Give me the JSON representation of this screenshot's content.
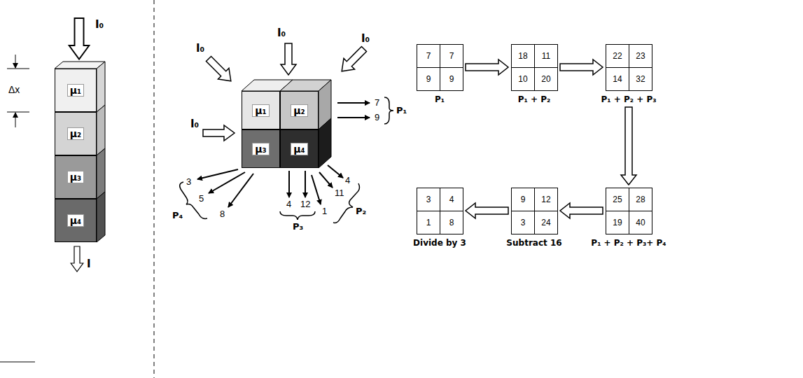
{
  "diagram": {
    "nodes": [
      {
        "text": [
          "μ₁"
        ]
      },
      {
        "text": [
          "μ₂"
        ]
      },
      {
        "text": [
          "μ₃"
        ]
      },
      {
        "text": [
          "μ₄"
        ]
      },
      {
        "text": [
          "μ₁"
        ]
      },
      {
        "text": [
          "μ₂"
        ]
      },
      {
        "text": [
          "μ₃"
        ]
      },
      {
        "text": [
          "μ₄"
        ]
      },
      {
        "text": [
          "P₁"
        ]
      },
      {
        "text": [
          "7"
        ],
        "in": 8
      },
      {
        "text": [
          "7"
        ],
        "in": 8
      },
      {
        "text": [
          "9"
        ],
        "in": 8
      },
      {
        "text": [
          "9"
        ],
        "in": 8
      },
      {
        "text": [
          "P₁ + P₂"
        ]
      },
      {
        "text": [
          "18"
        ],
        "in": 13
      },
      {
        "text": [
          "11"
        ],
        "in": 13
      },
      {
        "text": [
          "10"
        ],
        "in": 13
      },
      {
        "text": [
          "20"
        ],
        "in": 13
      },
      {
        "text": [
          "P₁ + P₂ + P₃"
        ]
      },
      {
        "text": [
          "22"
        ],
        "in": 18
      },
      {
        "text": [
          "23"
        ],
        "in": 18
      },
      {
        "text": [
          "14"
        ],
        "in": 18
      },
      {
        "text": [
          "32"
        ],
        "in": 18
      },
      {
        "text": [
          "Divide by 3"
        ]
      },
      {
        "text": [
          "3"
        ],
        "in": 23
      },
      {
        "text": [
          "4"
        ],
        "in": 23
      },
      {
        "text": [
          "1"
        ],
        "in": 23
      },
      {
        "text": [
          "8"
        ],
        "in": 23
      },
      {
        "text": [
          "Subtract 16"
        ]
      },
      {
        "text": [
          "9"
        ],
        "in": 28
      },
      {
        "text": [
          "12"
        ],
        "in": 28
      },
      {
        "text": [
          "3"
        ],
        "in": 28
      },
      {
        "text": [
          "24"
        ],
        "in": 28
      },
      {
        "text": [
          "P₁ + P₂ + P₃+ P₄"
        ]
      },
      {
        "text": [
          "25"
        ],
        "in": 33
      },
      {
        "text": [
          "28"
        ],
        "in": 33
      },
      {
        "text": [
          "19"
        ],
        "in": 33
      },
      {
        "text": [
          "40"
        ],
        "in": 33
      }
    ],
    "edges": [
      {
        "from": 8,
        "to": 13,
        "arrow": "to"
      },
      {
        "from": 13,
        "to": 18,
        "arrow": "to"
      },
      {
        "from": 18,
        "to": 33,
        "arrow": "to"
      },
      {
        "from": 33,
        "to": 28,
        "arrow": "to"
      },
      {
        "from": 28,
        "to": 23,
        "arrow": "to"
      }
    ],
    "labels": [
      "I₀",
      "Δx",
      "I",
      "I₀",
      "I₀",
      "I₀",
      "I₀",
      "7",
      "9",
      "P₁",
      "4",
      "11",
      "1",
      "P₂",
      "4",
      "12",
      "P₃",
      "3",
      "5",
      "8",
      "P₄"
    ]
  }
}
